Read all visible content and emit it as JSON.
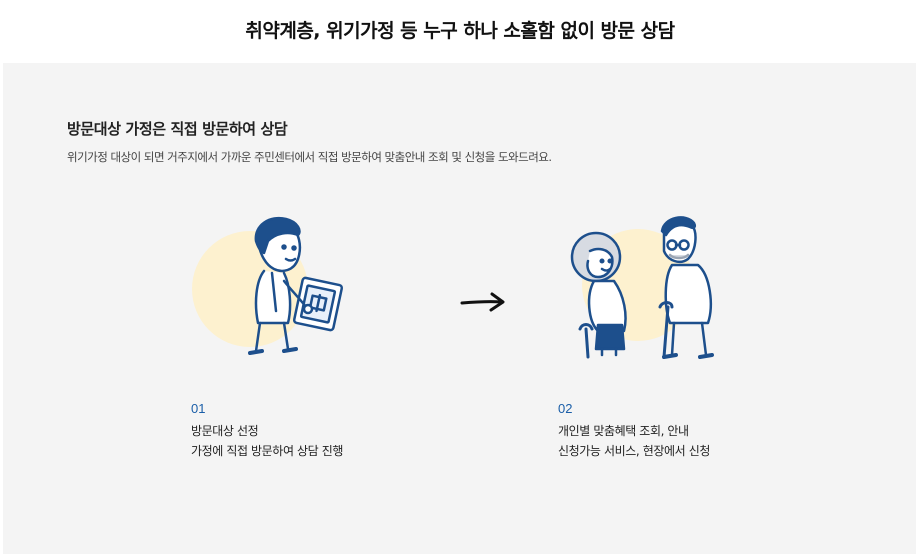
{
  "page": {
    "title": "취약계층, 위기가정 등 누구 하나 소홀함 없이 방문 상담"
  },
  "section": {
    "title": "방문대상 가정은 직접 방문하여 상담",
    "description": "위기가정 대상이 되면 거주지에서 가까운 주민센터에서 직접 방문하여 맞춤안내 조회 및 신청을 도와드려요."
  },
  "steps": [
    {
      "number": "01",
      "line1": "방문대상 선정",
      "line2": "가정에 직접 방문하여 상담 진행",
      "icon": "social-worker-with-tablet-icon"
    },
    {
      "number": "02",
      "line1": "개인별 맞춤혜택 조회, 안내",
      "line2": "신청가능 서비스, 현장에서 신청",
      "icon": "elderly-couple-icon"
    }
  ],
  "colors": {
    "accent_blue": "#1a5ea8",
    "illustration_navy": "#1d4f8c",
    "circle_yellow": "#fdf1cf",
    "panel_bg": "#f4f4f4"
  }
}
